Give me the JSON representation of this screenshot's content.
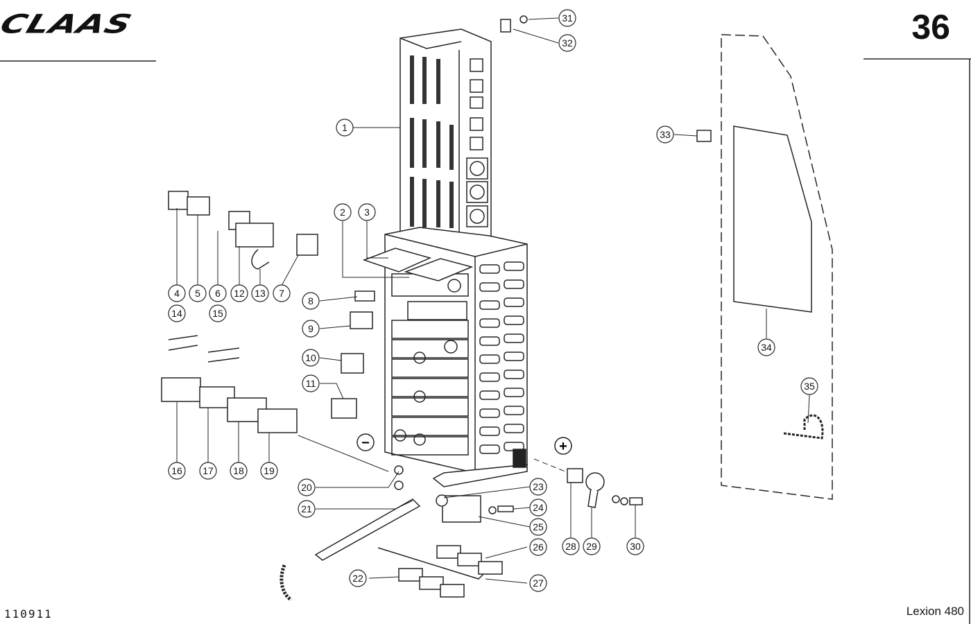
{
  "header": {
    "brand": "CLAAS",
    "page_number": "36"
  },
  "footer": {
    "drawing_number": "110911",
    "model": "Lexion 480"
  },
  "symbols": {
    "minus": "−",
    "plus": "+"
  },
  "callouts": [
    "1",
    "2",
    "3",
    "4",
    "5",
    "6",
    "7",
    "8",
    "9",
    "10",
    "11",
    "12",
    "13",
    "14",
    "15",
    "16",
    "17",
    "18",
    "19",
    "20",
    "21",
    "22",
    "23",
    "24",
    "25",
    "26",
    "27",
    "28",
    "29",
    "30",
    "31",
    "32",
    "33",
    "34",
    "35"
  ]
}
